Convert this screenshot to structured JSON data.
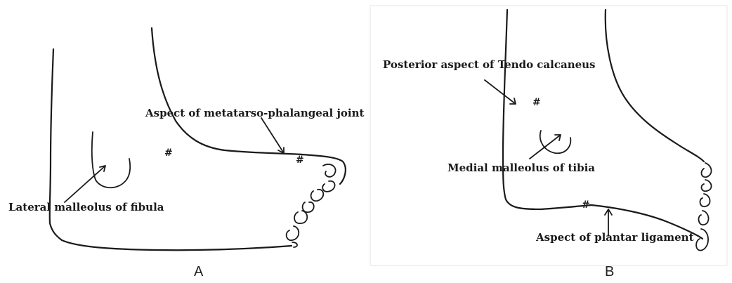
{
  "panels": [
    {
      "letter": "A",
      "labels": {
        "metatarso": "Aspect of metatarso-phalangeal joint",
        "lateral": "Lateral malleolus of fibula"
      },
      "markers": [
        "#",
        "#"
      ]
    },
    {
      "letter": "B",
      "labels": {
        "tendo": "Posterior aspect of Tendo calcaneus",
        "medial": "Medial malleolus of tibia",
        "plantar": "Aspect of plantar ligament"
      },
      "markers": [
        "#",
        "#"
      ]
    }
  ],
  "colors": {
    "ink": "#1a1a1a",
    "background": "#ffffff"
  }
}
